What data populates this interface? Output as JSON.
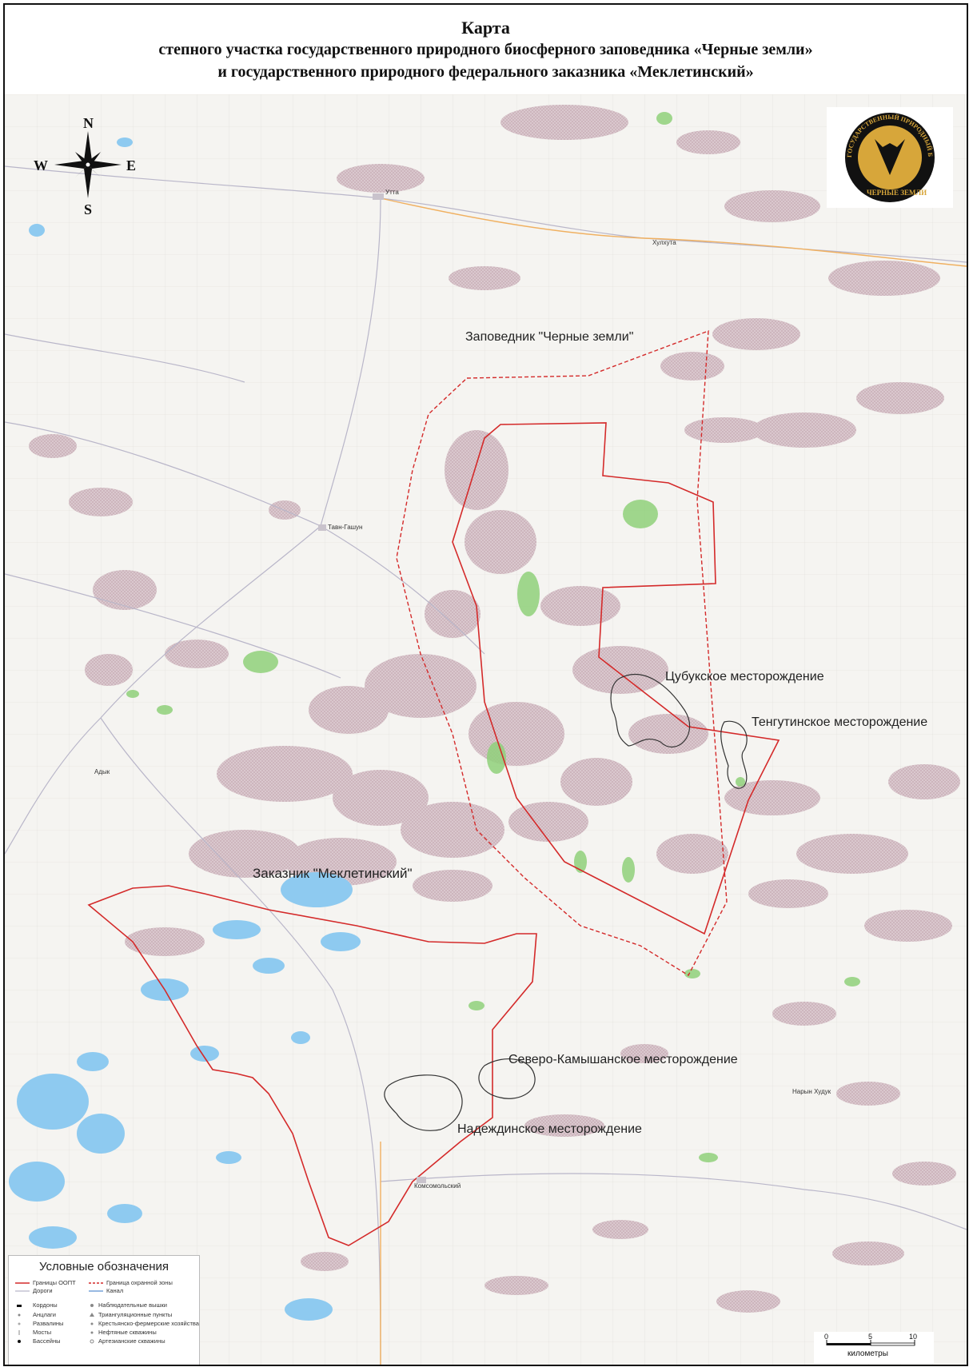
{
  "title": {
    "line1": "Карта",
    "line2": "степного участка государственного природного биосферного заповедника «Черные земли»",
    "line3": "и государственного природного федерального заказника «Меклетинский»"
  },
  "compass": {
    "n": "N",
    "s": "S",
    "e": "E",
    "w": "W"
  },
  "logo": {
    "arc_text": "ГОСУДАРСТВЕННЫЙ ПРИРОДНЫЙ БИОСФЕРНЫЙ ЗАПОВЕДНИК",
    "big_text": "ЧЕРНЫЕ ЗЕМЛИ"
  },
  "areas": {
    "reserve": "Заповедник \"Черные земли\"",
    "refuge": "Заказник \"Меклетинский\""
  },
  "deposits": {
    "tsubuk": "Цубукское месторождение",
    "tengut": "Тенгутинское месторождение",
    "sev_kamysh": "Северо-Камышанское месторождение",
    "nadezh": "Надеждинское месторождение"
  },
  "settlements": {
    "utta": "Утта",
    "khulkhuta": "Хулхута",
    "tavn": "Тавн-Гашун",
    "adyk": "Адык",
    "naryn": "Нарын Худук",
    "komsomol": "Комсомольский"
  },
  "legend": {
    "title": "Условные обозначения",
    "items": {
      "boundary": "Границы ООПТ",
      "buffer": "Граница охранной зоны",
      "roads": "Дороги",
      "canal": "Канал",
      "cordons": "Кордоны",
      "towers": "Наблюдательные вышки",
      "ancient": "Анцлаги",
      "trig": "Триангуляционные пункты",
      "ruins": "Развалины",
      "farms": "Крестьянско-фермерские хозяйства",
      "bridges": "Мосты",
      "oil": "Нефтяные скважины",
      "pools": "Бассейны",
      "artesian": "Артезианские скважины"
    }
  },
  "scale": {
    "t0": "0",
    "t5": "5",
    "t10": "10",
    "unit": "километры"
  },
  "colors": {
    "boundary": "#d42a2a",
    "deposit": "#333333",
    "sand": "#d9c6cc",
    "vegetation": "#8fd07a",
    "water": "#8ecaf0"
  }
}
